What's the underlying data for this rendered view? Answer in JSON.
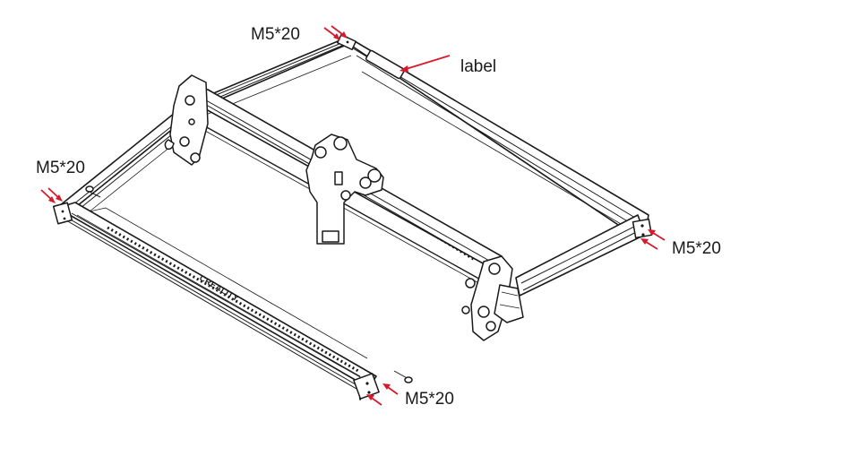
{
  "figure": {
    "callouts": {
      "screw_top": "M5*20",
      "screw_left": "M5*20",
      "screw_right": "M5*20",
      "screw_bottom": "M5*20",
      "label": "label"
    },
    "frame_logo": "CREALITY",
    "colors": {
      "line": "#1a1a1a",
      "arrow": "#d7192b",
      "background": "#ffffff"
    }
  }
}
